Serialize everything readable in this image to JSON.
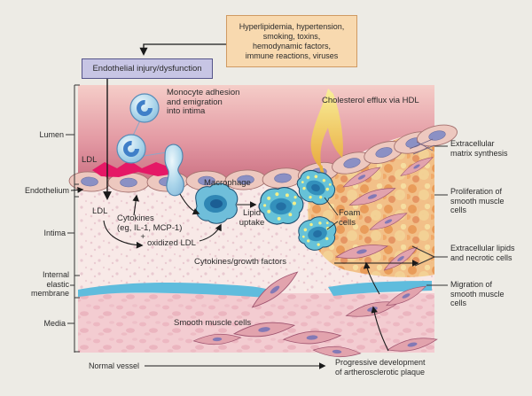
{
  "boxes": {
    "risk_factors": "Hyperlipidemia, hypertension,\nsmoking, toxins,\nhemodynamic factors,\nimmune reactions, viruses",
    "endothelial_injury": "Endothelial injury/dysfunction"
  },
  "left_labels": {
    "lumen": "Lumen",
    "endothelium": "Endothelium",
    "intima": "Intima",
    "internal_elastic_membrane": "Internal\nelastic\nmembrane",
    "media": "Media"
  },
  "right_labels": {
    "matrix_synthesis": "Extracellular\nmatrix synthesis",
    "proliferation": "Proliferation of\nsmooth muscle\ncells",
    "lipids_necrotic": "Extracellular lipids\nand necrotic cells",
    "migration": "Migration of\nsmooth muscle\ncells"
  },
  "diagram_labels": {
    "monocyte": "Monocyte adhesion\nand emigration\ninto intima",
    "hdl": "Cholesterol efflux via HDL",
    "ldl_lumen": "LDL",
    "ldl_intima": "LDL",
    "cytokines": "Cytokines\n(eg, IL-1, MCP-1)\n          +",
    "oxidized_ldl": "oxidized LDL",
    "macrophage": "Macrophage",
    "lipid_uptake": "Lipid\nuptake",
    "foam_cells": "Foam\ncells",
    "growth_factors": "Cytokines/growth factors",
    "smooth_muscle": "Smooth muscle cells"
  },
  "bottom": {
    "normal_vessel": "Normal vessel",
    "progressive": "Progressive development\nof artherosclerotic plaque"
  },
  "colors": {
    "background": "#edebe5",
    "risk_box_fill": "#f8d9af",
    "risk_box_border": "#cf9a63",
    "injury_box_fill": "#c7c5e4",
    "injury_box_border": "#55548a",
    "lumen_deep": "#c96d80",
    "membrane_blue": "#5fbcdd",
    "plaque_orange": "#e8954e",
    "cell_teal": "#3390bc",
    "adhesion_red": "#e51866",
    "hdl_yellow": "#e9a93c"
  }
}
